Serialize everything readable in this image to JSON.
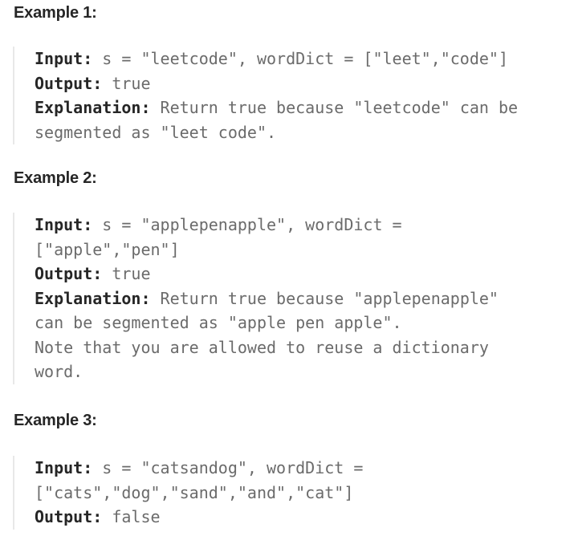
{
  "examples": [
    {
      "title": "Example 1:",
      "lines": [
        {
          "label": "Input:",
          "text": " s = \"leetcode\", wordDict = [\"leet\",\"code\"]"
        },
        {
          "label": "Output:",
          "text": " true"
        },
        {
          "label": "Explanation:",
          "text": " Return true because \"leetcode\" can be"
        },
        {
          "label": "",
          "text": "segmented as \"leet code\"."
        }
      ]
    },
    {
      "title": "Example 2:",
      "lines": [
        {
          "label": "Input:",
          "text": " s = \"applepenapple\", wordDict ="
        },
        {
          "label": "",
          "text": "[\"apple\",\"pen\"]"
        },
        {
          "label": "Output:",
          "text": " true"
        },
        {
          "label": "Explanation:",
          "text": " Return true because \"applepenapple\""
        },
        {
          "label": "",
          "text": "can be segmented as \"apple pen apple\"."
        },
        {
          "label": "",
          "text": "Note that you are allowed to reuse a dictionary"
        },
        {
          "label": "",
          "text": "word."
        }
      ]
    },
    {
      "title": "Example 3:",
      "lines": [
        {
          "label": "Input:",
          "text": " s = \"catsandog\", wordDict ="
        },
        {
          "label": "",
          "text": "[\"cats\",\"dog\",\"sand\",\"and\",\"cat\"]"
        },
        {
          "label": "Output:",
          "text": " false"
        }
      ]
    }
  ]
}
